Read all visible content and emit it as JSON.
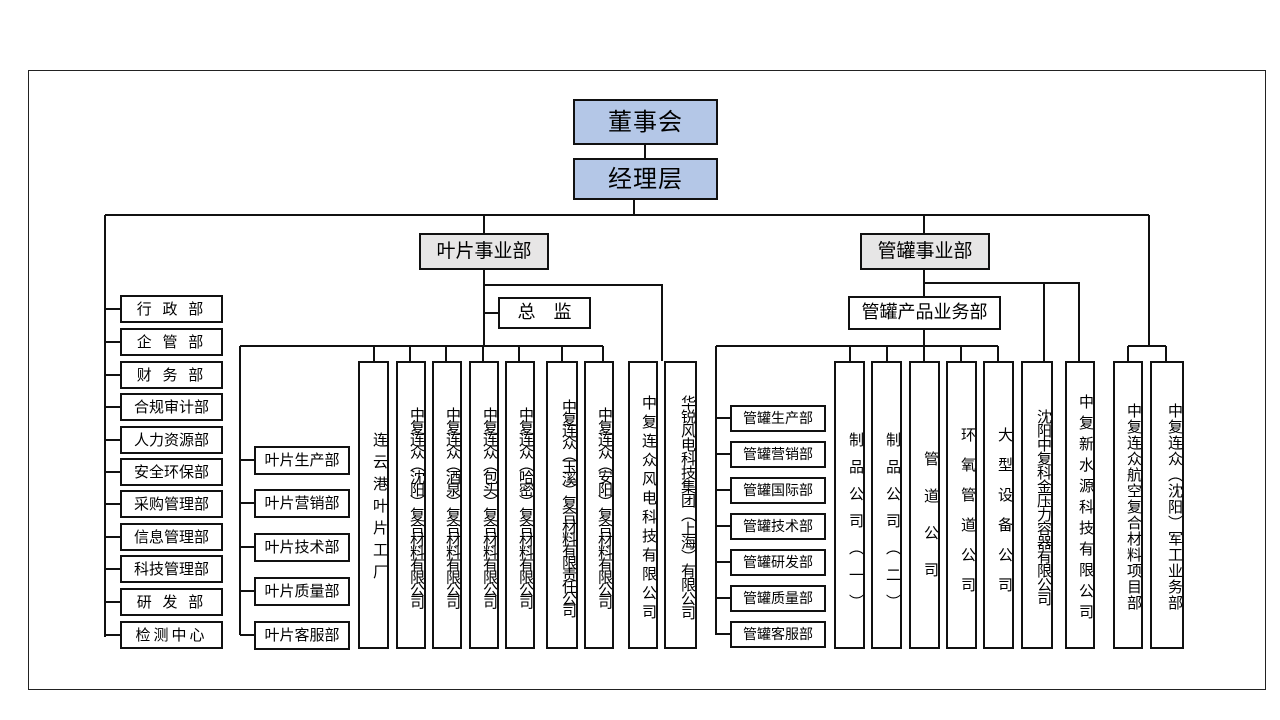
{
  "board": "董事会",
  "management": "经理层",
  "blade_division": {
    "title": "叶片事业部",
    "director": "总　监",
    "departments": [
      "叶片生产部",
      "叶片营销部",
      "叶片技术部",
      "叶片质量部",
      "叶片客服部"
    ],
    "plants": [
      "连云港叶片工厂",
      "中复连众（沈阳）复合材料有限公司",
      "中复连众（酒泉）复合材料有限公司",
      "中复连众（包头）复合材料有限公司",
      "中复连众（哈密）复合材料有限公司",
      "中复连众（玉溪）复合材料有限责任公司",
      "中复连众（安阳）复合材料有限公司"
    ],
    "others": [
      "中复连众风电科技有限公司",
      "华锐风电科技集团（上海）有限公司"
    ]
  },
  "tank_division": {
    "title": "管罐事业部",
    "business_unit": "管罐产品业务部",
    "departments": [
      "管罐生产部",
      "管罐营销部",
      "管罐国际部",
      "管罐技术部",
      "管罐研发部",
      "管罐质量部",
      "管罐客服部"
    ],
    "companies": [
      "制品公司（一）",
      "制品公司（二）",
      "管道公司",
      "环氧管道公司",
      "大型设备公司"
    ],
    "others": [
      "沈阳中复科金压力容器有限公司",
      "中复新水源科技有限公司"
    ]
  },
  "staff_departments": [
    "行 政 部",
    "企 管 部",
    "财 务 部",
    "合规审计部",
    "人力资源部",
    "安全环保部",
    "采购管理部",
    "信息管理部",
    "科技管理部",
    "研 发 部",
    "检测中心"
  ],
  "right_units": [
    "中复连众航空复合材料项目部",
    "中复连众（沈阳）军工业务部"
  ]
}
